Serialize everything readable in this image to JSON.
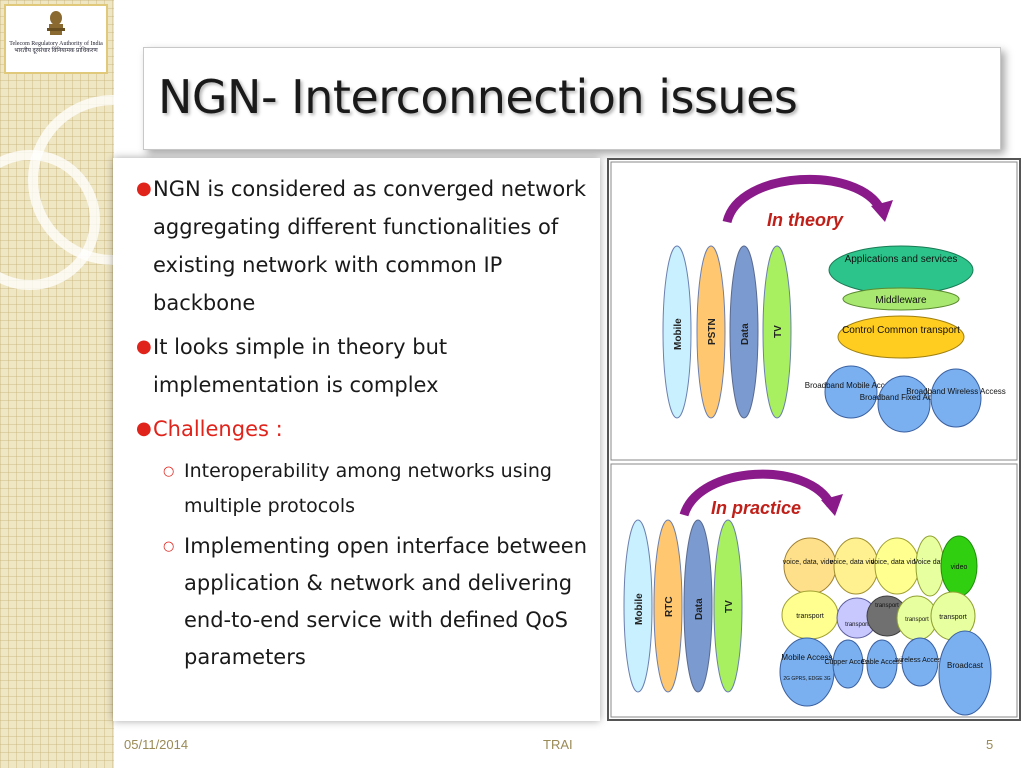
{
  "slide": {
    "title": "NGN- Interconnection issues",
    "logo_lines": [
      "Telecom Regulatory Authority of India",
      "भारतीय दूरसंचार विनियामक प्राधिकरण"
    ],
    "colors": {
      "accent": "#e0231b",
      "strip": "#efe6c4",
      "footer": "#9a8a55"
    }
  },
  "bullets": [
    "NGN is considered as converged network aggregating different functionalities of existing network with common IP backbone",
    "It looks simple in theory but implementation is complex"
  ],
  "challenges": {
    "label": "Challenges :",
    "sub_bullets": [
      "Interoperability among networks using multiple protocols",
      "Implementing open interface between application & network and delivering end-to-end service with defined QoS parameters"
    ]
  },
  "diagram_theory": {
    "heading": "In theory",
    "columns": [
      "Mobile",
      "PSTN",
      "Data",
      "TV"
    ],
    "apps": "Applications and services",
    "middleware": "Middleware",
    "control": "Control Common transport",
    "access": [
      "Broadband Mobile Access",
      "Broadband Fixed Access",
      "Broadband Wireless Access"
    ]
  },
  "diagram_practice": {
    "heading": "In practice",
    "columns": [
      "Mobile",
      "RTC",
      "Data",
      "TV"
    ],
    "top_row": [
      "voice, data, video",
      "voice, data video",
      "voice, data video",
      "Voice data",
      "video"
    ],
    "mid_row": [
      "transport",
      "transport",
      "transport",
      "transport",
      "transport"
    ],
    "bottom_row": [
      "Mobile Access",
      "Cupper Access",
      "Cable Access",
      "wireless Access",
      "Broadcast"
    ],
    "mobile_sub": "2G GPRS, EDGE 3G"
  },
  "footer": {
    "date": "05/11/2014",
    "center": "TRAI",
    "page": "5"
  }
}
